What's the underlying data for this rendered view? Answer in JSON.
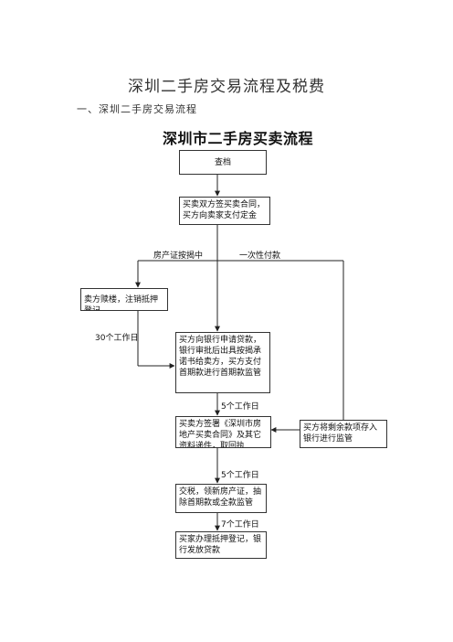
{
  "document": {
    "title": "深圳二手房交易流程及税费",
    "section_heading": "一、深圳二手房交易流程"
  },
  "flowchart": {
    "title": "深圳市二手房买卖流程",
    "steps": {
      "check_title": "查档",
      "sign_contract": "买卖双方签买卖合同，买方向卖家支付定金",
      "redeem_mortgage": "卖方赎楼，注销抵押登记",
      "apply_loan": "买方向银行申请贷款，银行审批后出具按揭承诺书给卖方，买方支付首期款进行首期款监管",
      "sign_sale_contract": "买卖方签署《深圳市房地产买卖合同》及其它资料递件，取回执",
      "escrow_funds": "买方将剩余款项存入银行进行监管",
      "pay_tax": "交税，领新房产证，抽除首期款或全款监管",
      "mortgage_registration": "买家办理抵押登记，银行发放贷款"
    },
    "labels": {
      "mortgaged": "房产证按揭中",
      "full_payment": "一次性付款",
      "thirty_days": "30个工作日",
      "five_days_1": "5个工作日",
      "five_days_2": "5个工作日",
      "seven_days": "7个工作日"
    }
  }
}
